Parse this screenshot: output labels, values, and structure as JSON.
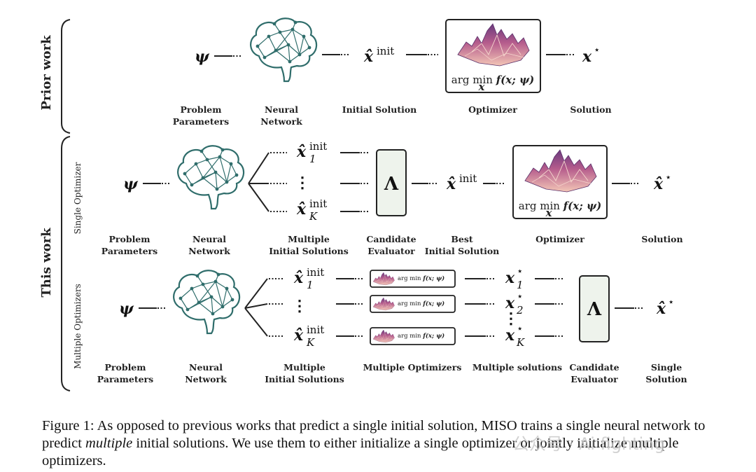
{
  "sections": {
    "prior": "Prior work",
    "this": "This work",
    "single": "Single Optimizer",
    "multi": "Multiple Optimizers"
  },
  "math": {
    "psi": "ψ",
    "x_init": "x̂",
    "init_sup": "init",
    "star": "⋆",
    "x_star": "x",
    "x_hat_star": "x̂",
    "lambda": "Λ",
    "vdots": "⋮",
    "sub_1": "1",
    "sub_2": "2",
    "sub_K": "K",
    "argmin_lhs": "arg min",
    "argmin_under": "x",
    "argmin_rhs": "f(x; ψ)"
  },
  "prior_labels": {
    "problem_l1": "Problem",
    "problem_l2": "Parameters",
    "nn_l1": "Neural",
    "nn_l2": "Network",
    "init": "Initial Solution",
    "optimizer": "Optimizer",
    "solution": "Solution"
  },
  "single_labels": {
    "problem_l1": "Problem",
    "problem_l2": "Parameters",
    "nn_l1": "Neural",
    "nn_l2": "Network",
    "multi_l1": "Multiple",
    "multi_l2": "Initial Solutions",
    "cand_l1": "Candidate",
    "cand_l2": "Evaluator",
    "best_l1": "Best",
    "best_l2": "Initial Solution",
    "optimizer": "Optimizer",
    "solution": "Solution"
  },
  "multi_labels": {
    "problem_l1": "Problem",
    "problem_l2": "Parameters",
    "nn_l1": "Neural",
    "nn_l2": "Network",
    "multi_l1": "Multiple",
    "multi_l2": "Initial Solutions",
    "optimizers": "Multiple Optimizers",
    "solutions": "Multiple solutions",
    "cand_l1": "Candidate",
    "cand_l2": "Evaluator",
    "single_l1": "Single",
    "single_l2": "Solution"
  },
  "caption": {
    "part1": "Figure 1:  As opposed to previous works that predict a single initial solution, MISO trains a single neural network to predict ",
    "emph": "multiple",
    "part2": " initial solutions. We use them to either initialize a single optimizer or jointly initialize multiple optimizers."
  },
  "watermark": "公众号 · Ai fighting",
  "colors": {
    "brain_stroke": "#2f6d6b",
    "brain_node": "#2f6d6b",
    "box_fill": "#eef3ec",
    "landscape_dark": "#4a2b5e",
    "landscape_light": "#f1c2b8"
  }
}
